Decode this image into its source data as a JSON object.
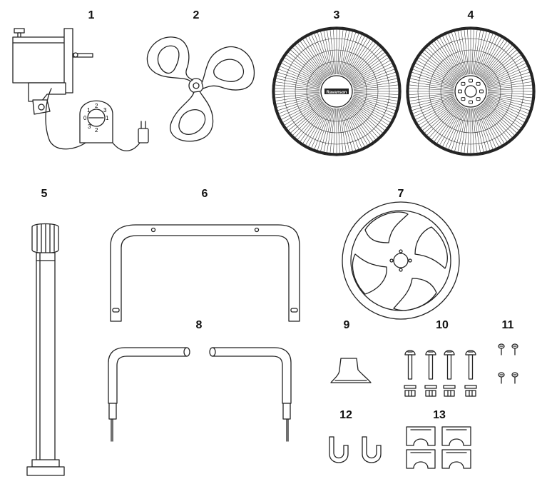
{
  "figure": {
    "background": "#ffffff",
    "line_color": "#222222",
    "parts": [
      {
        "number": "1",
        "icon": "motor-unit-with-timer-and-plug-icon"
      },
      {
        "number": "2",
        "icon": "three-blade-propeller-icon"
      },
      {
        "number": "3",
        "icon": "front-grille-icon"
      },
      {
        "number": "4",
        "icon": "rear-grille-icon"
      },
      {
        "number": "5",
        "icon": "telescopic-pole-icon"
      },
      {
        "number": "6",
        "icon": "u-frame-icon"
      },
      {
        "number": "7",
        "icon": "round-base-icon"
      },
      {
        "number": "8",
        "icon": "leg-pair-icon"
      },
      {
        "number": "9",
        "icon": "pole-cap-icon"
      },
      {
        "number": "10",
        "icon": "bolts-and-nuts-icon"
      },
      {
        "number": "11",
        "icon": "small-screws-icon"
      },
      {
        "number": "12",
        "icon": "hooks-icon"
      },
      {
        "number": "13",
        "icon": "clamps-icon"
      }
    ],
    "grille_badge_text": "Ravanson",
    "timer_dial_marks": [
      "1",
      "2",
      "3",
      "0",
      "1",
      "2",
      "3"
    ]
  }
}
